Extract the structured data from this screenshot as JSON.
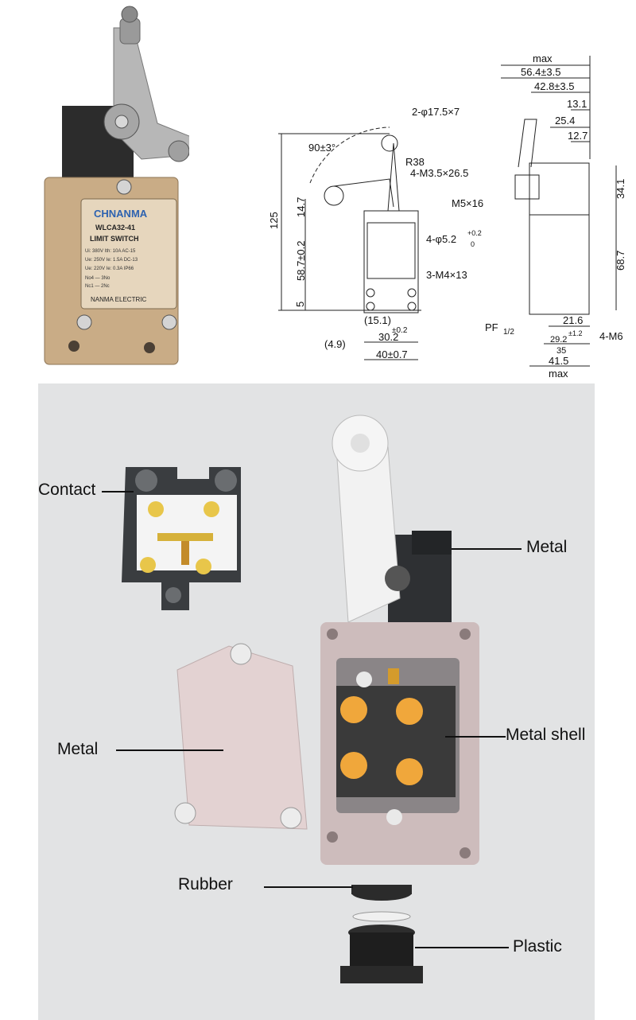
{
  "photo": {
    "brand": "CHNANMA",
    "model": "WLCA32-41",
    "product": "LIMIT SWITCH",
    "specs": [
      "Ui: 380V  Ith: 10A  AC-15",
      "Ue: 250V  Ie: 1.5A  DC-13",
      "Ue: 220V  Ie: 0.3A  IP66"
    ],
    "contacts": [
      "No4 — 3No",
      "Nc1 — 2Nc"
    ],
    "maker": "NANMA ELECTRIC"
  },
  "drawing": {
    "dims": {
      "max_top": "max",
      "d56": "56.4±3.5",
      "d42": "42.8±3.5",
      "d13": "13.1",
      "d25": "25.4",
      "d12": "12.7",
      "hole_roller": "2-φ17.5×7",
      "angle": "90±3°",
      "radius": "R38",
      "screw_a": "4-M3.5×26.5",
      "d125": "125",
      "d14": "14.7",
      "d58": "58.7±0.2",
      "d5": "5",
      "hole_mount": "4-φ5.2",
      "hole_tol_up": "+0.2",
      "hole_tol_low": "0",
      "screw_b": "3-M4×13",
      "d15": "(15.1)",
      "d30_tol": "±0.2",
      "d30": "30.2",
      "d4": "(4.9)",
      "d40": "40±0.7",
      "m5": "M5×16",
      "d34": "34.1",
      "d68": "68.7",
      "pf": "PF",
      "pf_frac": "1/2",
      "d21": "21.6",
      "d29_tol": "±1.2",
      "d29": "29.2",
      "d35": "35",
      "m6": "4-M6",
      "d41": "41.5",
      "max_bottom": "max"
    }
  },
  "exploded": {
    "labels": {
      "contact": "Contact",
      "metal_top": "Metal",
      "metal_left": "Metal",
      "metal_shell": "Metal shell",
      "rubber": "Rubber",
      "plastic": "Plastic"
    }
  },
  "colors": {
    "housing": "#c9ac86",
    "shell": "#cdbcbc",
    "cover": "#e3d2d2",
    "terminal": "#f0a73b",
    "dark": "#3a3d40",
    "background": "#e2e3e4"
  }
}
